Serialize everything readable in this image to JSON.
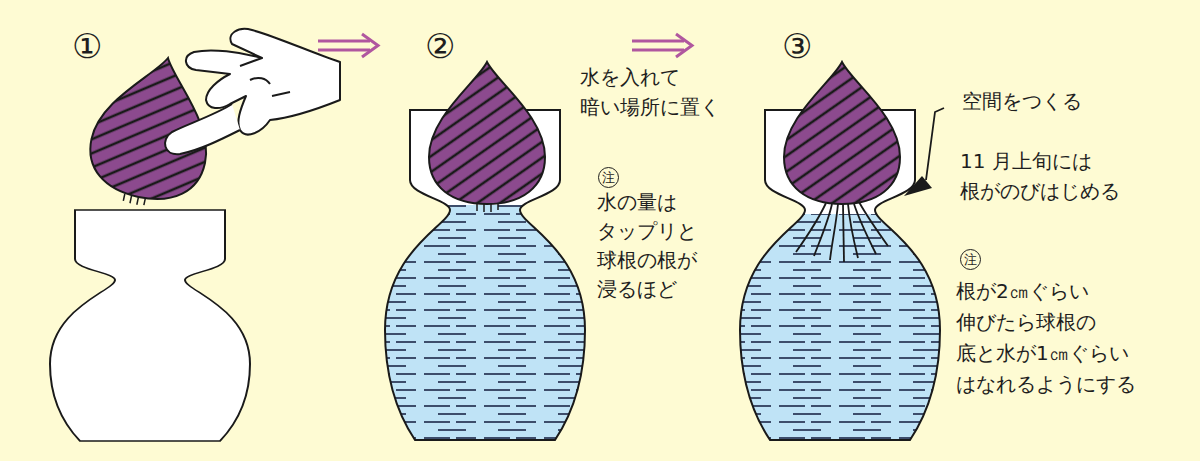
{
  "diagram": {
    "labels": [
      "①",
      "②",
      "③",
      "水を入れて 暗い場所に置く",
      "注",
      "水の量は タップリと 球根の根が 浸るほど",
      "空間をつくる",
      "11 月上旬には 根がのびはじめる",
      "注",
      "根が2㎝ぐらい 伸びたら球根の 底と水が1㎝ぐらい はなれるようにする"
    ]
  }
}
